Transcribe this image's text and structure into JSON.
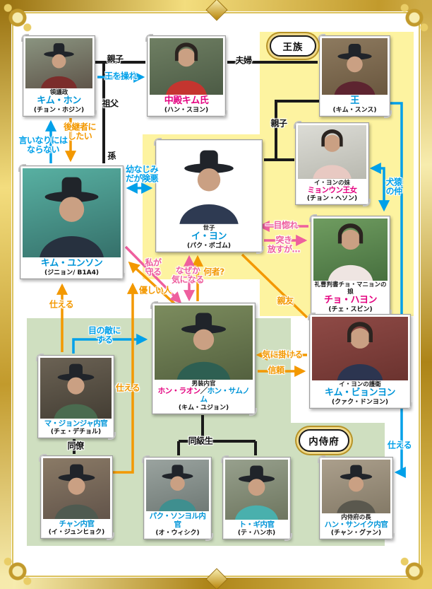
{
  "colors": {
    "cyan": "#00a0e9",
    "orange": "#f39800",
    "pink": "#ee5f9e",
    "name_blue": "#0095d8",
    "name_pink": "#e4007f",
    "panel_yellow": "#fdf3a0",
    "panel_green": "#cfdfc0",
    "line_black": "#1a1a1a",
    "frame_gold": "#c29a2c"
  },
  "badges": {
    "royal": "王族",
    "naesibu": "内侍府"
  },
  "people": [
    {
      "id": "kim-hon",
      "title": "領議政",
      "name": "キム・ホン",
      "actor": "(チョン・ホジン)",
      "photo": {
        "bg1": "#8a9480",
        "bg2": "#5f554a",
        "robe": "#7b2d2b"
      }
    },
    {
      "id": "jungjeon",
      "name": "中殿キム氏",
      "actor": "(ハン・スヨン)",
      "photo": {
        "bg1": "#6f7f63",
        "bg2": "#4c5b45",
        "robe": "#c4352f"
      }
    },
    {
      "id": "king",
      "name": "王",
      "actor": "(キム・スンス)",
      "photo": {
        "bg1": "#8d7a5f",
        "bg2": "#6a573f",
        "robe": "#5d2430"
      }
    },
    {
      "id": "myeongeun",
      "title": "イ・ヨンの妹",
      "name": "ミョンウン王女",
      "actor": "(チョン・ヘソン)",
      "photo": {
        "bg1": "#dcdcd6",
        "bg2": "#b9b9b0",
        "robe": "#e8c9c2"
      }
    },
    {
      "id": "yi-yeong",
      "title": "世子",
      "name": "イ・ヨン",
      "actor": "(パク・ボゴム)",
      "photo": {
        "bg1": "#d4cdc0",
        "bg2": "#b0a globally894",
        "robe": "#2e3a52"
      }
    },
    {
      "id": "kim-yunseong",
      "name": "キム・ユンソン",
      "actor": "(ジニョン/ B1A4)",
      "photo": {
        "bg1": "#58b0a2",
        "bg2": "#35706a",
        "robe": "#27313f"
      }
    },
    {
      "id": "cho-hayeon",
      "title": "礼曹判書チョ・マニョンの娘",
      "name": "チョ・ハヨン",
      "actor": "(チェ・スビン)",
      "photo": {
        "bg1": "#6f9c60",
        "bg2": "#47703f",
        "robe": "#efe5e2"
      }
    },
    {
      "id": "raon",
      "title": "男装内官",
      "name": "ホン・ラオン",
      "name_sep": "／",
      "name2": "ホン・サムノム",
      "actor": "(キム・ユジョン)",
      "photo": {
        "bg1": "#7c8c5e",
        "bg2": "#54613f",
        "robe": "#2e5f52"
      }
    },
    {
      "id": "byeongyeon",
      "title": "イ・ヨンの護衛",
      "name": "キム・ビョンヨン",
      "actor": "(クァク・ドンヨン)",
      "photo": {
        "bg1": "#8f4a46",
        "bg2": "#6b332f",
        "robe": "#2c3550"
      }
    },
    {
      "id": "ma-jongja",
      "name": "マ・ジョンジャ内官",
      "actor": "(チェ・デチョル)",
      "photo": {
        "bg1": "#6b6254",
        "bg2": "#443e34",
        "robe": "#4a6b4f"
      }
    },
    {
      "id": "jang",
      "name": "チャン内官",
      "actor": "(イ・ジュンヒョク)",
      "photo": {
        "bg1": "#8a7a66",
        "bg2": "#62544a",
        "robe": "#4f5a50"
      }
    },
    {
      "id": "park-seongyeol",
      "name": "パク・ソンヨル内官",
      "actor": "(オ・ウィシク)",
      "photo": {
        "bg1": "#9aa39f",
        "bg2": "#707a76",
        "robe": "#3f8f8f"
      }
    },
    {
      "id": "do-gi",
      "name": "ト・ギ内官",
      "actor": "(テ・ハンホ)",
      "photo": {
        "bg1": "#97a08d",
        "bg2": "#6e765f",
        "robe": "#49b0ad"
      }
    },
    {
      "id": "han-sangik",
      "title": "内侍府の長",
      "name": "ハン・サンイク内官",
      "actor": "(チャン・グァン)",
      "photo": {
        "bg1": "#ab9f8c",
        "bg2": "#847a67",
        "robe": "#5a584e"
      }
    }
  ],
  "relations": [
    {
      "id": "r1",
      "label": "親子",
      "color": "black"
    },
    {
      "id": "r2",
      "label": "王を操れ",
      "color": "cyan"
    },
    {
      "id": "r3",
      "label": "祖父",
      "color": "black"
    },
    {
      "id": "r4",
      "label": "孫",
      "color": "black"
    },
    {
      "id": "r5",
      "label": "言いなりには\nならない",
      "color": "cyan"
    },
    {
      "id": "r6",
      "label": "後継者に\nしたい",
      "color": "orange"
    },
    {
      "id": "r7",
      "label": "夫婦",
      "color": "black"
    },
    {
      "id": "r8",
      "label": "親子",
      "color": "black"
    },
    {
      "id": "r9",
      "label": "幼なじみ\nだが険悪",
      "color": "cyan"
    },
    {
      "id": "r10",
      "label": "犬猿\nの仲",
      "color": "cyan"
    },
    {
      "id": "r11",
      "label": "一目惚れ",
      "color": "pink"
    },
    {
      "id": "r12",
      "label": "突き\n放すが…",
      "color": "pink"
    },
    {
      "id": "r13",
      "label": "私が\n守る",
      "color": "pink"
    },
    {
      "id": "r14",
      "label": "なぜか\n気になる",
      "color": "pink"
    },
    {
      "id": "r15",
      "label": "何者?",
      "color": "orange"
    },
    {
      "id": "r16",
      "label": "優しい人",
      "color": "orange"
    },
    {
      "id": "r17",
      "label": "仕える",
      "color": "orange"
    },
    {
      "id": "r18",
      "label": "目の敵に\nする",
      "color": "cyan"
    },
    {
      "id": "r19",
      "label": "仕える",
      "color": "orange"
    },
    {
      "id": "r20",
      "label": "親友",
      "color": "orange"
    },
    {
      "id": "r21",
      "label": "気に掛ける",
      "color": "orange"
    },
    {
      "id": "r22",
      "label": "信頼",
      "color": "orange"
    },
    {
      "id": "r23",
      "label": "同僚",
      "color": "black"
    },
    {
      "id": "r24",
      "label": "同級生",
      "color": "black"
    },
    {
      "id": "r25",
      "label": "仕える",
      "color": "cyan"
    }
  ]
}
